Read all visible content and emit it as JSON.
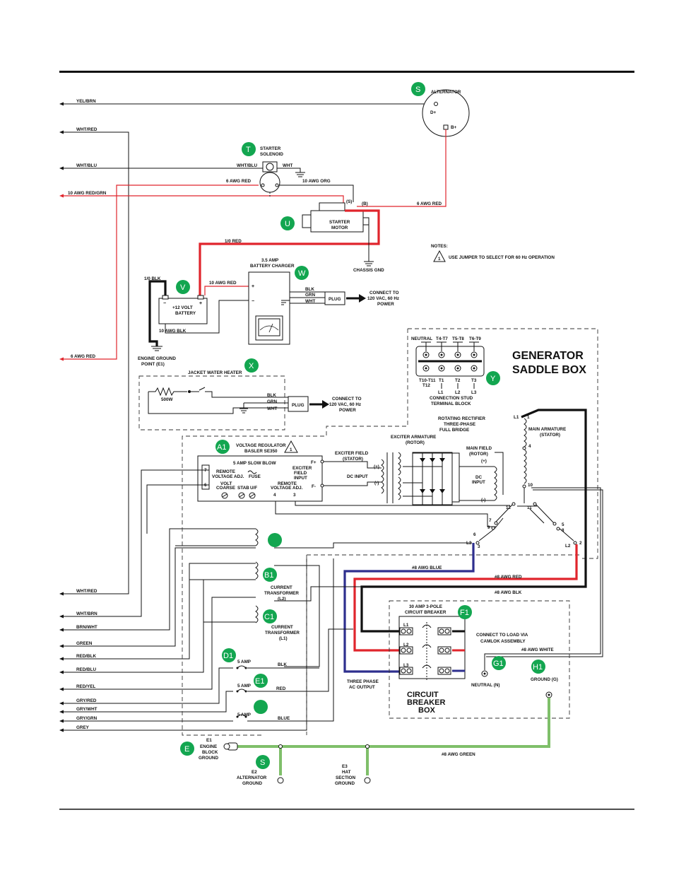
{
  "left_labels": {
    "yel_brn": "YEL/BRN",
    "wht_red": "WHT/RED",
    "wht_blu": "WHT/BLU",
    "red_grn": "10 AWG RED/GRN",
    "awg6_red": "6 AWG RED",
    "wht_red2": "WHT/RED",
    "wht_brn": "WHT/BRN",
    "brn_wht": "BRN/WHT",
    "green": "GREEN",
    "red_blk": "RED/BLK",
    "red_blu": "RED/BLU",
    "red_yel": "RED/YEL",
    "gry_red": "GRY/RED",
    "gry_wht": "GRY/WHT",
    "gry_grn": "GRY/GRN",
    "grey": "GREY"
  },
  "badges": {
    "s": "S",
    "t": "T",
    "u": "U",
    "v": "V",
    "w": "W",
    "x": "X",
    "y": "Y",
    "a1": "A1",
    "b1": "B1",
    "c1": "C1",
    "d1": "D1",
    "e1": "E1",
    "f1": "F1",
    "g1": "G1",
    "h1": "H1",
    "e": "E",
    "s2": "S"
  },
  "alternator": {
    "title": "ALTERNATOR",
    "d_plus": "D+",
    "b_plus": "B+",
    "wire": "6 AWG RED"
  },
  "solenoid": {
    "title1": "STARTER",
    "title2": "SOLENOID",
    "wht_blu": "WHT/BLU",
    "wht": "WHT",
    "red": "6 AWG RED",
    "org": "10 AWG ORG"
  },
  "starter": {
    "title1": "STARTER",
    "title2": "MOTOR",
    "s": "(S)",
    "b": "(B)",
    "chassis": "CHASSIS GND",
    "cable": "1/0 RED"
  },
  "notes": {
    "title": "NOTES:",
    "num": "1",
    "text": "USE JUMPER TO SELECT FOR 60 Hz OPERATION"
  },
  "battery": {
    "label1": "+12 VOLT",
    "label2": "BATTERY",
    "neg": "−",
    "pos": "+",
    "blk": "1/0 BLK",
    "red": "10 AWG RED",
    "blk10": "10 AWG BLK",
    "ground1": "ENGINE GROUND",
    "ground2": "POINT (E1)"
  },
  "charger": {
    "title1": "3.5 AMP",
    "title2": "BATTERY CHARGER",
    "plus": "+",
    "minus": "−",
    "blk": "BLK",
    "grn": "GRN",
    "wht": "WHT",
    "plug": "PLUG",
    "connect1": "CONNECT TO",
    "connect2": "120 VAC, 60 Hz",
    "connect3": "POWER"
  },
  "heater": {
    "title": "JACKET WATER HEATER",
    "watts": "500W",
    "blk": "BLK",
    "grn": "GRN",
    "wht": "WHT",
    "plug": "PLUG",
    "connect1": "CONNECT TO",
    "connect2": "120 VAC, 60 Hz",
    "connect3": "POWER"
  },
  "saddle": {
    "title1": "GENERATOR",
    "title2": "SADDLE BOX",
    "neutral": "NEUTRAL",
    "t4t7": "T4-T7",
    "t5t8": "T5-T8",
    "t6t9": "T6-T9",
    "t10": "T10-T11",
    "t12": "T12",
    "t1": "T1",
    "t2": "T2",
    "t3": "T3",
    "l1": "L1",
    "l2": "L2",
    "l3": "L3",
    "block1": "CONNECTION STUD",
    "block2": "TERMINAL BLOCK"
  },
  "regulator": {
    "title1": "VOLTAGE REGULATOR",
    "title2": "BASLER SE350",
    "note": "1",
    "fuse_title": "5 AMP SLOW BLOW",
    "remote1": "REMOTE",
    "remote2": "VOLTAGE ADJ.",
    "fuse": "FUSE",
    "volt": "VOLT",
    "coarse": "COARSE",
    "stab": "STAB",
    "uf": "U/F",
    "exc1": "EXCITER",
    "exc2": "FIELD",
    "exc3": "INPUT",
    "rem2a": "REMOTE",
    "rem2b": "VOLTAGE ADJ.",
    "t7": "7",
    "t6": "6",
    "t4": "4",
    "t3": "3",
    "fplus": "F+",
    "fminus": "F-"
  },
  "exciter": {
    "field1": "EXCITER FIELD",
    "field2": "(STATOR)",
    "plus": "(+)",
    "minus": "(-)",
    "dc_input": "DC INPUT",
    "armature1": "EXCITER ARMATURE",
    "armature2": "(ROTOR)",
    "rect1": "ROTATING RECTIFIER",
    "rect2": "THREE-PHASE",
    "rect3": "FULL BRIDGE",
    "main1": "MAIN FIELD",
    "main2": "(ROTOR)",
    "mplus": "(+)",
    "mminus": "(-)",
    "dc1": "DC",
    "dc2": "INPUT"
  },
  "armature": {
    "title1": "MAIN ARMATURE",
    "title2": "(STATOR)",
    "l1": "L1",
    "l2": "L2",
    "l3": "L3",
    "n1": "1",
    "n4": "4",
    "n10": "10",
    "n12": "12",
    "n11": "11",
    "n7": "7",
    "n9": "9",
    "n6": "6",
    "n3": "3",
    "n5": "5",
    "n8": "8",
    "n2": "2"
  },
  "ct": {
    "b1_1": "CURRENT",
    "b1_2": "TRANSFORMER",
    "b1_3": "(L2)",
    "c1_1": "CURRENT",
    "c1_2": "TRANSFORMER",
    "c1_3": "(L1)"
  },
  "fuses": {
    "amp": "5 AMP",
    "blk": "BLK",
    "red": "RED",
    "blue": "BLUE"
  },
  "breaker": {
    "title1": "30 AMP 3-POLE",
    "title2": "CIRCUIT BREAKER",
    "l1": "L1",
    "l2": "L2",
    "l3": "L3",
    "box1": "CIRCUIT",
    "box2": "BREAKER",
    "box3": "BOX",
    "three1": "THREE PHASE",
    "three2": "AC OUTPUT",
    "load1": "CONNECT TO LOAD VIA",
    "load2": "CAMLOK ASSEMBLY",
    "neutral": "NEUTRAL (N)",
    "ground": "GROUND (G)"
  },
  "wires": {
    "blue": "#8 AWG BLUE",
    "red": "#8 AWG RED",
    "blk": "#8 AWG BLK",
    "white": "#8 AWG WHITE",
    "green": "#8 AWG GREEN"
  },
  "grounds": {
    "e1_1": "E1",
    "e1_2": "ENGINE",
    "e1_3": "BLOCK",
    "e1_4": "GROUND",
    "e2_1": "E2",
    "e2_2": "ALTERNATOR",
    "e2_3": "GROUND",
    "e3_1": "E3",
    "e3_2": "HAT",
    "e3_3": "SECTION",
    "e3_4": "GROUND"
  },
  "colors": {
    "badge": "#13a650",
    "red_wire": "#e0252c",
    "blue_wire": "#2e2f8e",
    "green_wire": "#7fbf6a"
  }
}
